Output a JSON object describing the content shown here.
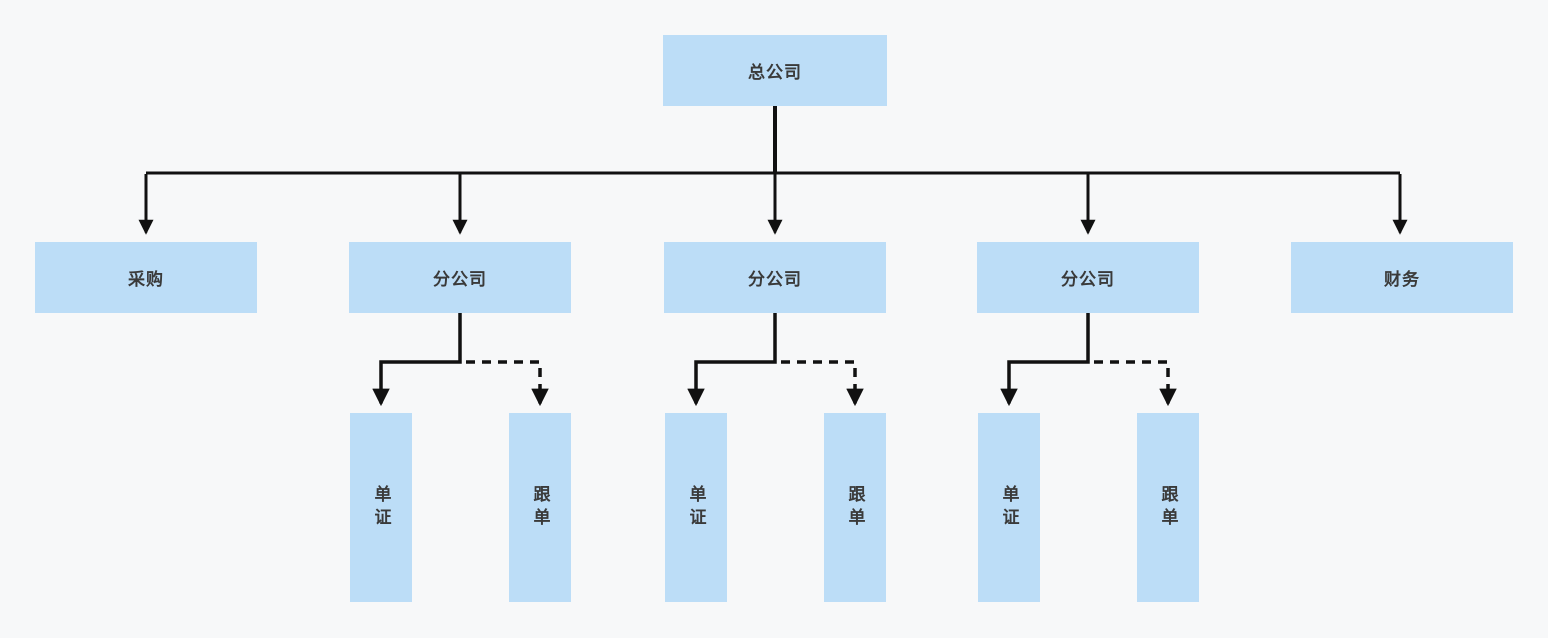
{
  "colors": {
    "background": "#F7F8F9",
    "node_fill": "#BCDDF7",
    "connector_line": "#111111",
    "node_text": "#3A3A3A"
  },
  "nodes": {
    "root": {
      "label": "总公司"
    },
    "level2": [
      {
        "label": "采购"
      },
      {
        "label": "分公司"
      },
      {
        "label": "分公司"
      },
      {
        "label": "分公司"
      },
      {
        "label": "财务"
      }
    ],
    "level3": [
      {
        "label": "单证"
      },
      {
        "label": "跟单"
      },
      {
        "label": "单证"
      },
      {
        "label": "跟单"
      },
      {
        "label": "单证"
      },
      {
        "label": "跟单"
      }
    ]
  }
}
